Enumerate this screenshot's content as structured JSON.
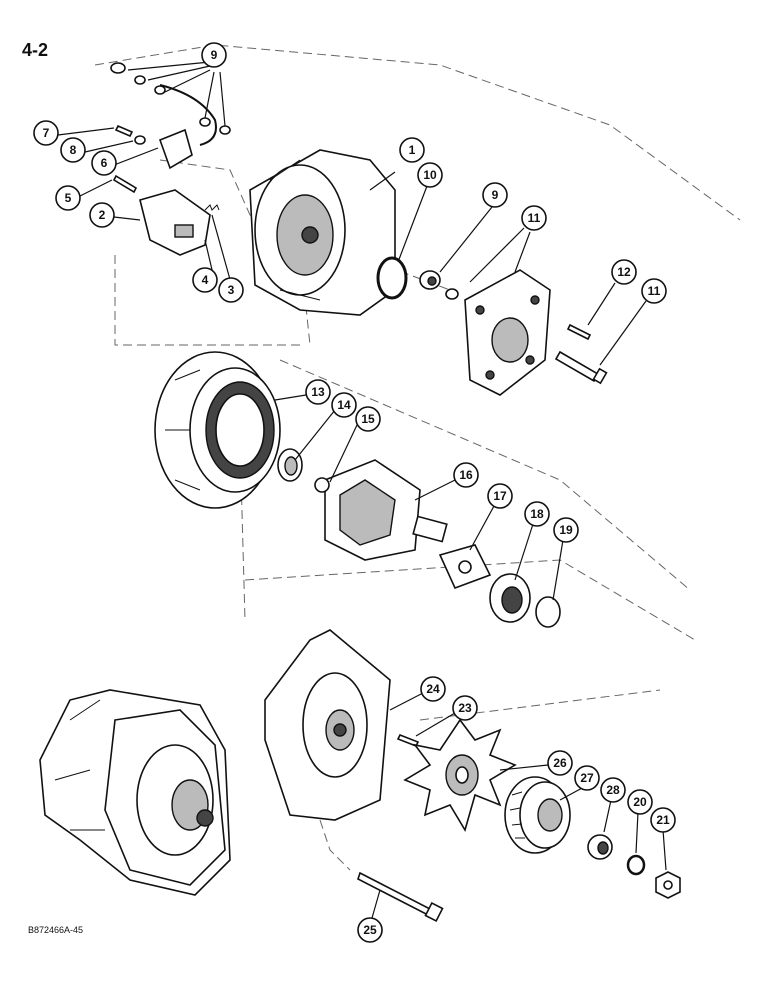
{
  "page_number": "4-2",
  "drawing_code": "B872466A-45",
  "callouts": [
    "1",
    "2",
    "3",
    "4",
    "5",
    "6",
    "7",
    "8",
    "9",
    "9",
    "10",
    "11",
    "11",
    "12",
    "13",
    "14",
    "15",
    "16",
    "17",
    "18",
    "19",
    "20",
    "21",
    "23",
    "24",
    "25",
    "26",
    "27",
    "28"
  ]
}
